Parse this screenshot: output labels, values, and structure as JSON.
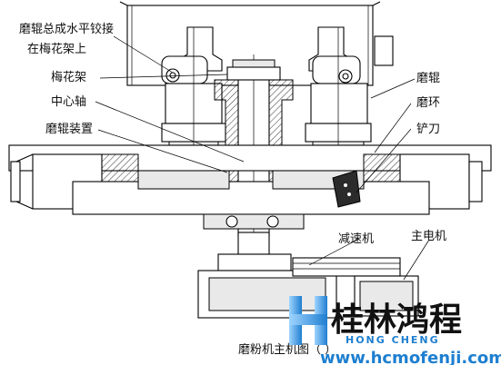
{
  "labels": {
    "roller_hinge_1": "磨辊总成水平铰接",
    "roller_hinge_2": "在梅花架上",
    "plum_frame": "梅花架",
    "center_shaft": "中心轴",
    "roller_device": "磨辊装置",
    "roller": "磨辊",
    "ring": "磨环",
    "shovel": "铲刀",
    "reducer": "减速机",
    "main_motor": "主电机"
  },
  "caption": "磨粉机主机图（ ）",
  "watermark": {
    "logo_letter": "H",
    "name_cn": "鸿程",
    "prefix_cn": "桂林",
    "name_en": "HONG CHENG",
    "url": "www.hcmofenji.com",
    "color": "#1e7fd0"
  }
}
